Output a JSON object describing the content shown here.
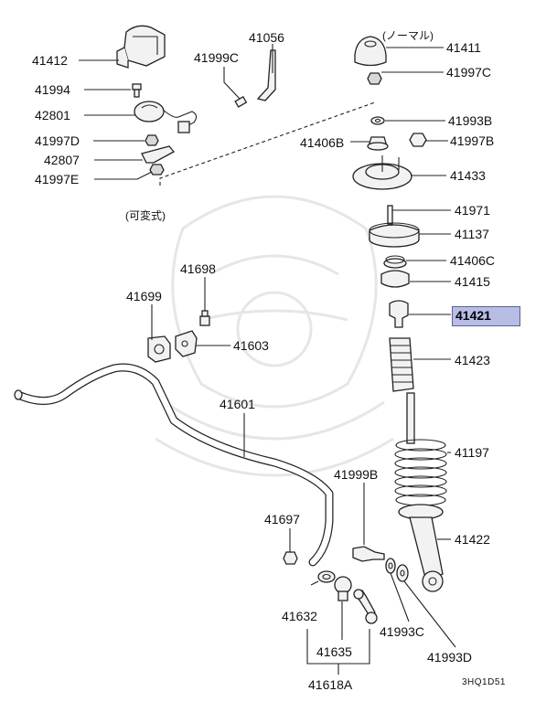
{
  "diagram": {
    "labels": {
      "p41412": "41412",
      "p41994": "41994",
      "p42801": "42801",
      "p41997D": "41997D",
      "p42807": "42807",
      "p41997E": "41997E",
      "p41999C": "41999C",
      "p41056": "41056",
      "normal": "(ノーマル)",
      "p41411": "41411",
      "p41997C": "41997C",
      "p41993B": "41993B",
      "p41406B": "41406B",
      "p41997B": "41997B",
      "p41433": "41433",
      "variable": "(可変式)",
      "p41971": "41971",
      "p41137": "41137",
      "p41406C": "41406C",
      "p41415": "41415",
      "p41421": "41421",
      "p41423": "41423",
      "p41698": "41698",
      "p41699": "41699",
      "p41603": "41603",
      "p41601": "41601",
      "p41197": "41197",
      "p41999B": "41999B",
      "p41697": "41697",
      "p41422": "41422",
      "p41632": "41632",
      "p41993C": "41993C",
      "p41635": "41635",
      "p41993D": "41993D",
      "p41618A": "41618A",
      "code": "3HQ1D51"
    },
    "highlight_color": "#b8bde6",
    "highlight_border": "#5a5f9e"
  }
}
